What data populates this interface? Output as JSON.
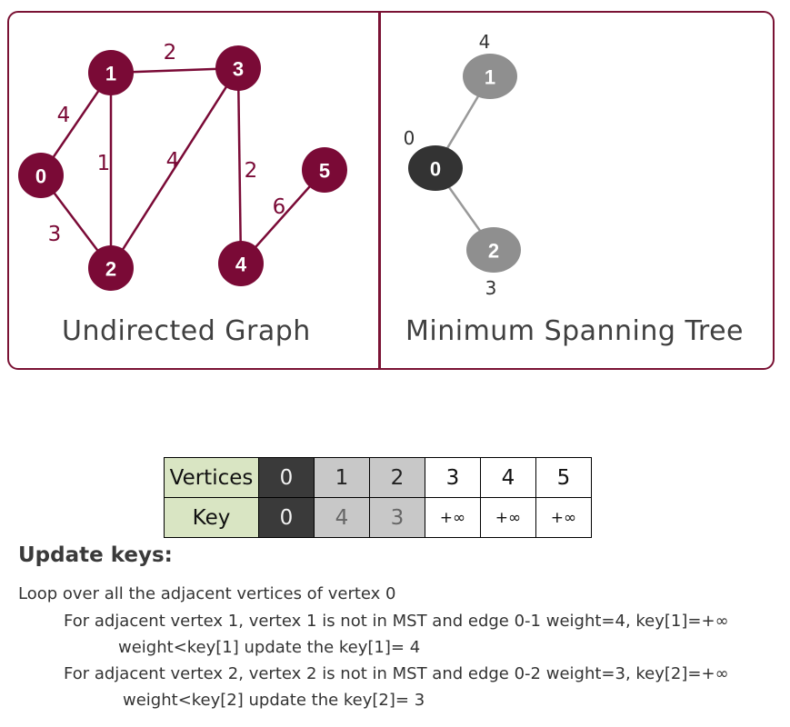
{
  "left_graph": {
    "caption": "Undirected Graph",
    "nodes": [
      {
        "id": "0",
        "label": "0"
      },
      {
        "id": "1",
        "label": "1"
      },
      {
        "id": "2",
        "label": "2"
      },
      {
        "id": "3",
        "label": "3"
      },
      {
        "id": "4",
        "label": "4"
      },
      {
        "id": "5",
        "label": "5"
      }
    ],
    "edges": [
      {
        "from": "0",
        "to": "1",
        "weight": "4"
      },
      {
        "from": "1",
        "to": "3",
        "weight": "2"
      },
      {
        "from": "1",
        "to": "2",
        "weight": "1"
      },
      {
        "from": "3",
        "to": "2",
        "weight": "4"
      },
      {
        "from": "3",
        "to": "4",
        "weight": "2"
      },
      {
        "from": "4",
        "to": "5",
        "weight": "6"
      },
      {
        "from": "0",
        "to": "2",
        "weight": "3"
      }
    ],
    "colors": {
      "node": "#7a0a36",
      "edge": "#7a0a36",
      "label": "#ffffff",
      "weight": "#7a0a36"
    }
  },
  "right_tree": {
    "caption": "Minimum Spanning Tree",
    "nodes": [
      {
        "id": "0",
        "label": "0",
        "key": "0"
      },
      {
        "id": "1",
        "label": "1",
        "key": "4"
      },
      {
        "id": "2",
        "label": "2",
        "key": "3"
      }
    ],
    "edges": [
      {
        "from": "0",
        "to": "1"
      },
      {
        "from": "0",
        "to": "2"
      }
    ],
    "colors": {
      "node_current": "#333333",
      "node_candidate": "#8f8f8f",
      "edge": "#999999"
    }
  },
  "key_table": {
    "row_labels": {
      "vertices": "Vertices",
      "key": "Key"
    },
    "vertices": [
      "0",
      "1",
      "2",
      "3",
      "4",
      "5"
    ],
    "keys": [
      "0",
      "4",
      "3",
      "+∞",
      "+∞",
      "+∞"
    ]
  },
  "update": {
    "title": "Update keys:",
    "lines": [
      "Loop over all the adjacent vertices of vertex 0",
      "For adjacent vertex 1, vertex 1 is not in MST and edge 0-1 weight=4, key[1]=+∞",
      "weight<key[1] update the key[1]= 4",
      "For adjacent vertex 2, vertex 2 is not in MST and edge 0-2 weight=3, key[2]=+∞",
      "weight<key[2] update the key[2]= 3"
    ]
  }
}
